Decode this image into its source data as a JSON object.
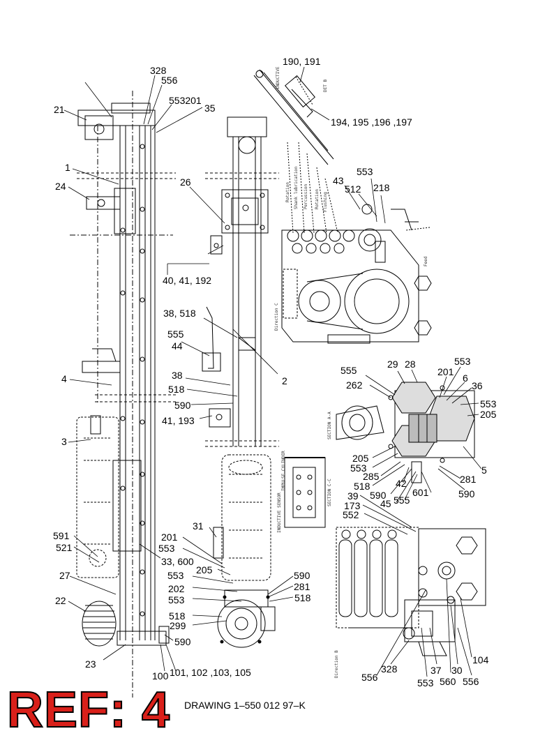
{
  "callouts": [
    {
      "id": "c328",
      "text": "328"
    },
    {
      "id": "c556a",
      "text": "556"
    },
    {
      "id": "c553_201",
      "text": "553201"
    },
    {
      "id": "c35",
      "text": "35"
    },
    {
      "id": "c21",
      "text": "21"
    },
    {
      "id": "c1",
      "text": "1"
    },
    {
      "id": "c24",
      "text": "24"
    },
    {
      "id": "c26",
      "text": "26"
    },
    {
      "id": "c4",
      "text": "4"
    },
    {
      "id": "c3",
      "text": "3"
    },
    {
      "id": "c591",
      "text": "591"
    },
    {
      "id": "c521",
      "text": "521"
    },
    {
      "id": "c27",
      "text": "27"
    },
    {
      "id": "c22",
      "text": "22"
    },
    {
      "id": "c23",
      "text": "23"
    },
    {
      "id": "c100",
      "text": "100"
    },
    {
      "id": "c101",
      "text": "101, 102 ,103, 105"
    },
    {
      "id": "c190",
      "text": "190, 191"
    },
    {
      "id": "c194",
      "text": "194, 195 ,196 ,197"
    },
    {
      "id": "c553b",
      "text": "553"
    },
    {
      "id": "c43",
      "text": "43"
    },
    {
      "id": "c512",
      "text": "512"
    },
    {
      "id": "c218",
      "text": "218"
    },
    {
      "id": "c40",
      "text": "40, 41, 192"
    },
    {
      "id": "c38_518",
      "text": "38, 518"
    },
    {
      "id": "c555a",
      "text": "555"
    },
    {
      "id": "c44",
      "text": "44"
    },
    {
      "id": "c2",
      "text": "2"
    },
    {
      "id": "c38",
      "text": "38"
    },
    {
      "id": "c518a",
      "text": "518"
    },
    {
      "id": "c590a",
      "text": "590"
    },
    {
      "id": "c41_193",
      "text": "41, 193"
    },
    {
      "id": "c555b",
      "text": "555"
    },
    {
      "id": "c262",
      "text": "262"
    },
    {
      "id": "c29",
      "text": "29"
    },
    {
      "id": "c28",
      "text": "28"
    },
    {
      "id": "c553c",
      "text": "553"
    },
    {
      "id": "c201a",
      "text": "201"
    },
    {
      "id": "c6",
      "text": "6"
    },
    {
      "id": "c36",
      "text": "36"
    },
    {
      "id": "c553d",
      "text": "553"
    },
    {
      "id": "c205a",
      "text": "205"
    },
    {
      "id": "c205b",
      "text": "205"
    },
    {
      "id": "c553e",
      "text": "553"
    },
    {
      "id": "c285",
      "text": "285"
    },
    {
      "id": "c518b",
      "text": "518"
    },
    {
      "id": "c42",
      "text": "42"
    },
    {
      "id": "c590b",
      "text": "590"
    },
    {
      "id": "c45",
      "text": "45"
    },
    {
      "id": "c555c",
      "text": "555"
    },
    {
      "id": "c601",
      "text": "601"
    },
    {
      "id": "c5",
      "text": "5"
    },
    {
      "id": "c281a",
      "text": "281"
    },
    {
      "id": "c590c",
      "text": "590"
    },
    {
      "id": "c39",
      "text": "39"
    },
    {
      "id": "c173",
      "text": "173"
    },
    {
      "id": "c552",
      "text": "552"
    },
    {
      "id": "c31",
      "text": "31"
    },
    {
      "id": "c201b",
      "text": "201"
    },
    {
      "id": "c553f",
      "text": "553"
    },
    {
      "id": "c33_600",
      "text": "33, 600"
    },
    {
      "id": "c205c",
      "text": "205"
    },
    {
      "id": "c553g",
      "text": "553"
    },
    {
      "id": "c202",
      "text": "202"
    },
    {
      "id": "c553h",
      "text": "553"
    },
    {
      "id": "c518c",
      "text": "518"
    },
    {
      "id": "c299",
      "text": "299"
    },
    {
      "id": "c590d",
      "text": "590"
    },
    {
      "id": "c590e",
      "text": "590"
    },
    {
      "id": "c281b",
      "text": "281"
    },
    {
      "id": "c518d",
      "text": "518"
    },
    {
      "id": "c104",
      "text": "104"
    },
    {
      "id": "c556b",
      "text": "556"
    },
    {
      "id": "c328b",
      "text": "328"
    },
    {
      "id": "c553i",
      "text": "553"
    },
    {
      "id": "c37",
      "text": "37"
    },
    {
      "id": "c560",
      "text": "560"
    },
    {
      "id": "c30",
      "text": "30"
    },
    {
      "id": "c556c",
      "text": "556"
    }
  ],
  "drawing_number": "DRAWING 1–550 012 97–K",
  "ref_stamp": "REF: 4",
  "section_labels": {
    "inductive": "INDUCTIVE",
    "det_b": "DET B",
    "direction_c": "Direction C",
    "section_aa": "SECTION A-A",
    "section_cc": "SECTION C-C",
    "inductive_sensor": "INDUCTIVE SENSOR",
    "impulse_cylinder": "IMPULSE CYLINDER",
    "direction_b": "Direction B",
    "hose_labels": [
      "Rotation",
      "Shank lubrication",
      "Percussion",
      "Rotation",
      "Flushing",
      "Feed"
    ]
  }
}
